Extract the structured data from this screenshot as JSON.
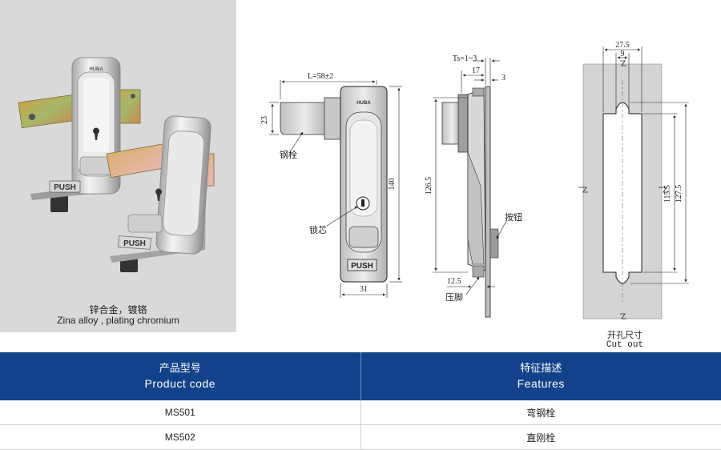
{
  "photo": {
    "caption_cn": "锌合金，镀铬",
    "caption_en": "Zina alloy , plating chromium",
    "brand": "HUBA",
    "push_label": "PUSH"
  },
  "front_view": {
    "dim_length": "L=58±2",
    "dim_bolt": "23",
    "dim_height": "140",
    "dim_width": "31",
    "label_bolt": "钢栓",
    "label_core": "锁芯",
    "push_label": "PUSH",
    "brand": "HUBA"
  },
  "side_view": {
    "dim_ts": "Ts=1~3",
    "dim_17": "17",
    "dim_3": "3",
    "dim_height": "126.5",
    "dim_bottom": "12.5",
    "label_button": "按钮",
    "label_foot": "压脚"
  },
  "cutout": {
    "dim_width": "27.5",
    "dim_slot": "9",
    "dim_inner": "115.5",
    "dim_outer": "127.5",
    "label_cn": "开孔尺寸",
    "label_en": "Cut out"
  },
  "table": {
    "header_code_cn": "产品型号",
    "header_code_en": "Product  code",
    "header_feat_cn": "特征描述",
    "header_feat_en": "Features",
    "rows": [
      {
        "code": "MS501",
        "feature": "弯钢栓"
      },
      {
        "code": "MS502",
        "feature": "直刚栓"
      }
    ]
  }
}
